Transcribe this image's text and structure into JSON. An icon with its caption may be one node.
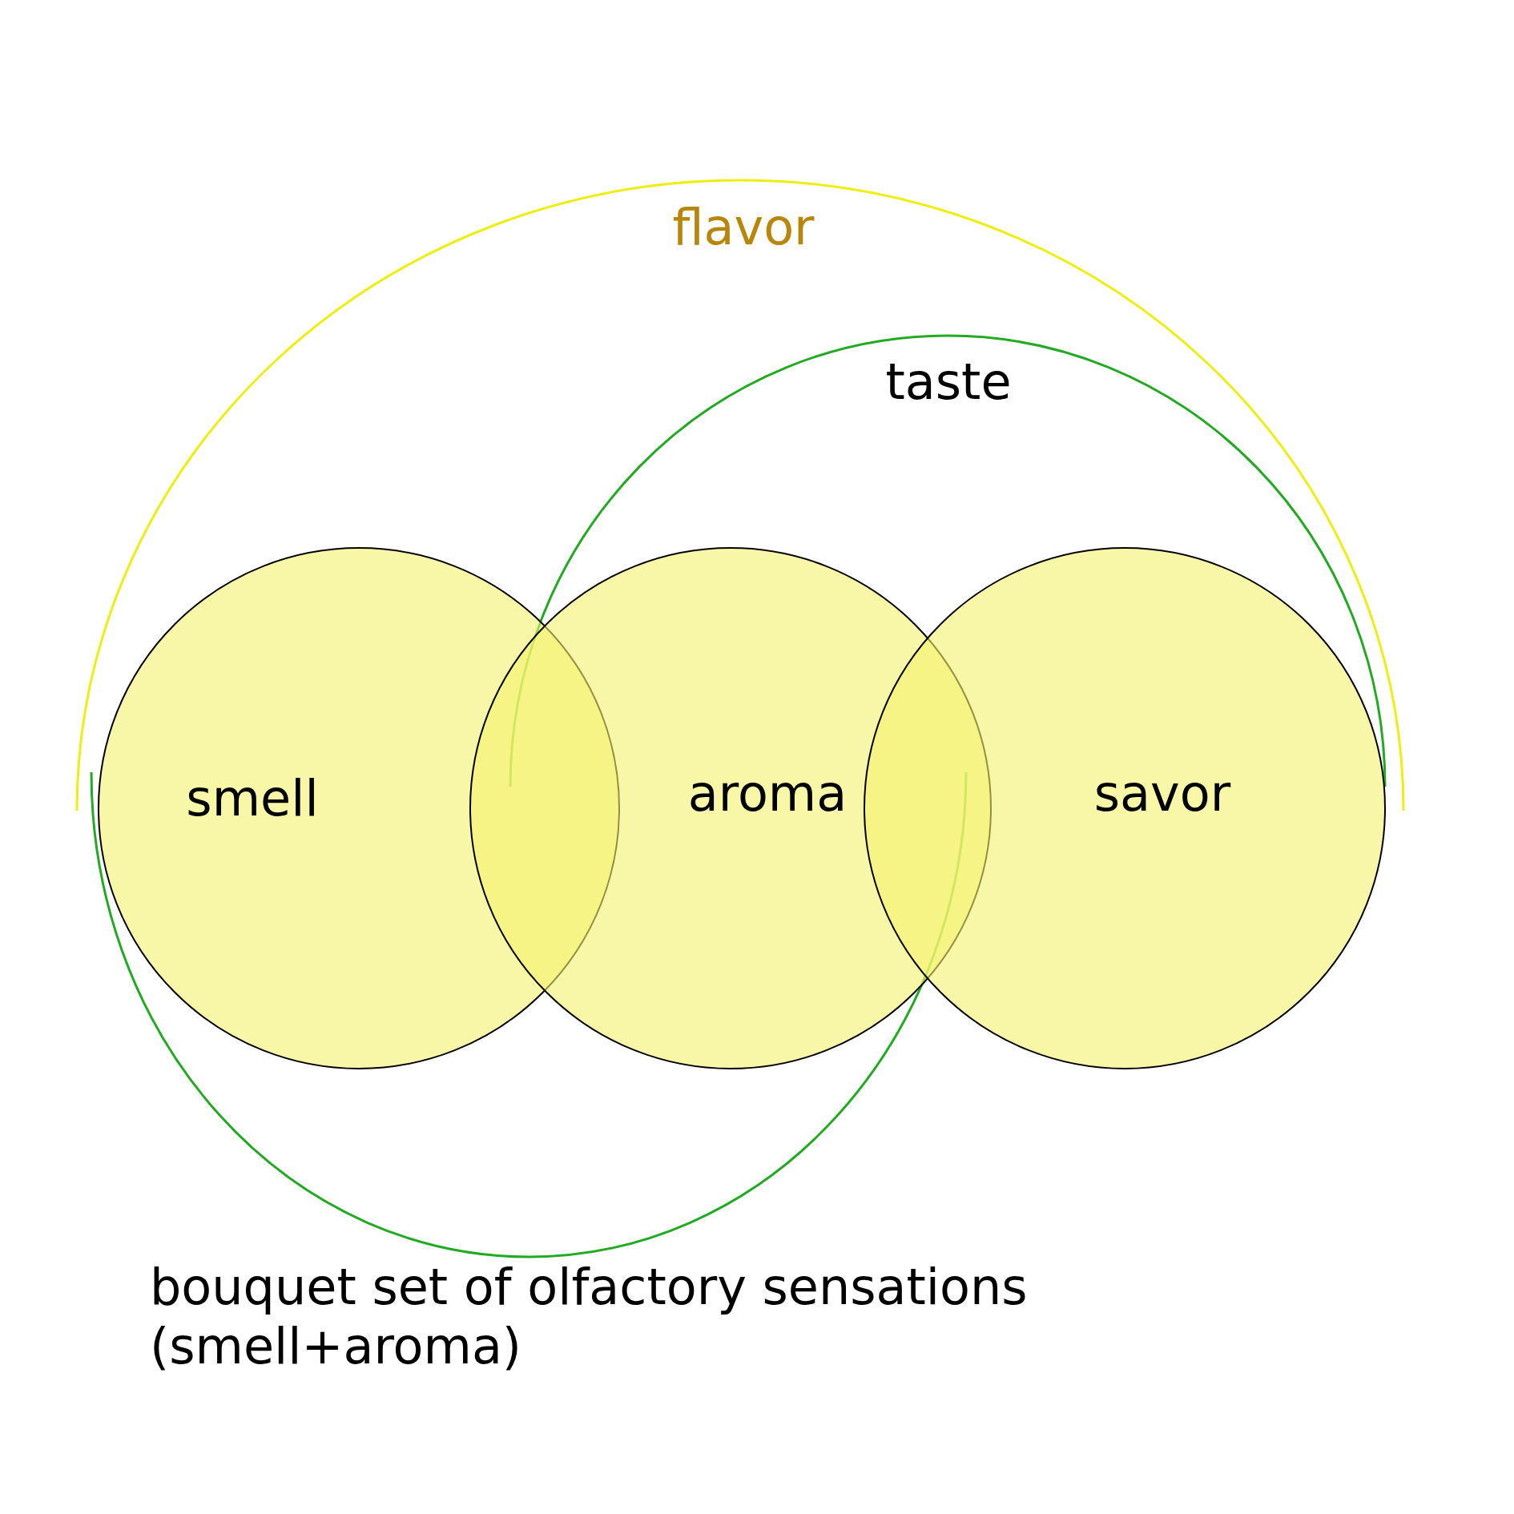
{
  "diagram": {
    "nodes": [
      {
        "text": [
          "smell"
        ]
      },
      {
        "text": [
          "aroma"
        ]
      },
      {
        "text": [
          "savor"
        ]
      }
    ],
    "labels": [
      "flavor",
      "taste",
      "bouquet set of olfactory sensations (smell+aroma)"
    ]
  }
}
